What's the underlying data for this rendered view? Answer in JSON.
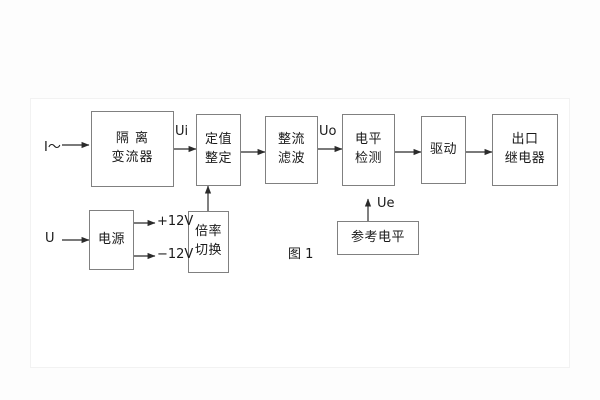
{
  "figure": {
    "caption": "图 1",
    "blocks": [
      {
        "id": "isolation",
        "lines": [
          "隔 离",
          "变流器"
        ]
      },
      {
        "id": "setting",
        "lines": [
          "定值",
          "整定"
        ]
      },
      {
        "id": "rectifier",
        "lines": [
          "整流",
          "滤波"
        ]
      },
      {
        "id": "level",
        "lines": [
          "电平",
          "检测"
        ]
      },
      {
        "id": "driver",
        "lines": [
          "驱动"
        ]
      },
      {
        "id": "output",
        "lines": [
          "出口",
          "继电器"
        ]
      },
      {
        "id": "power",
        "lines": [
          "电源"
        ]
      },
      {
        "id": "multiplier",
        "lines": [
          "倍率",
          "切换"
        ]
      },
      {
        "id": "reference",
        "lines": [
          "参考电平"
        ]
      }
    ],
    "labels": {
      "current_input": "I～",
      "voltage_input": "U",
      "ui": "Ui",
      "uo": "Uo",
      "ue": "Ue",
      "rail_positive": "+12V",
      "rail_negative": "−12V"
    }
  }
}
